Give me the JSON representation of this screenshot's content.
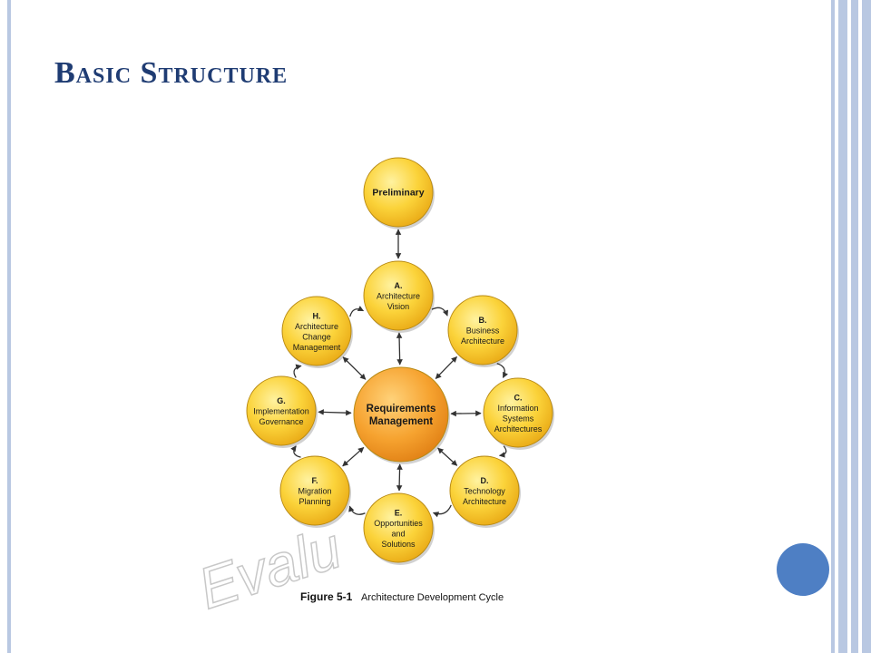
{
  "slide": {
    "title": "Basic Structure"
  },
  "diagram": {
    "watermark": "Evalu",
    "center": {
      "lines": [
        "Requirements",
        "Management"
      ]
    },
    "nodes": [
      {
        "id": "preliminary",
        "lines": [
          "Preliminary"
        ]
      },
      {
        "id": "a",
        "lines": [
          "A.",
          "Architecture",
          "Vision"
        ]
      },
      {
        "id": "b",
        "lines": [
          "B.",
          "Business",
          "Architecture"
        ]
      },
      {
        "id": "c",
        "lines": [
          "C.",
          "Information",
          "Systems",
          "Architectures"
        ]
      },
      {
        "id": "d",
        "lines": [
          "D.",
          "Technology",
          "Architecture"
        ]
      },
      {
        "id": "e",
        "lines": [
          "E.",
          "Opportunities",
          "and",
          "Solutions"
        ]
      },
      {
        "id": "f",
        "lines": [
          "F.",
          "Migration",
          "Planning"
        ]
      },
      {
        "id": "g",
        "lines": [
          "G.",
          "Implementation",
          "Governance"
        ]
      },
      {
        "id": "h",
        "lines": [
          "H.",
          "Architecture",
          "Change",
          "Management"
        ]
      }
    ],
    "caption": {
      "label": "Figure 5-1",
      "text": "Architecture Development Cycle"
    }
  }
}
